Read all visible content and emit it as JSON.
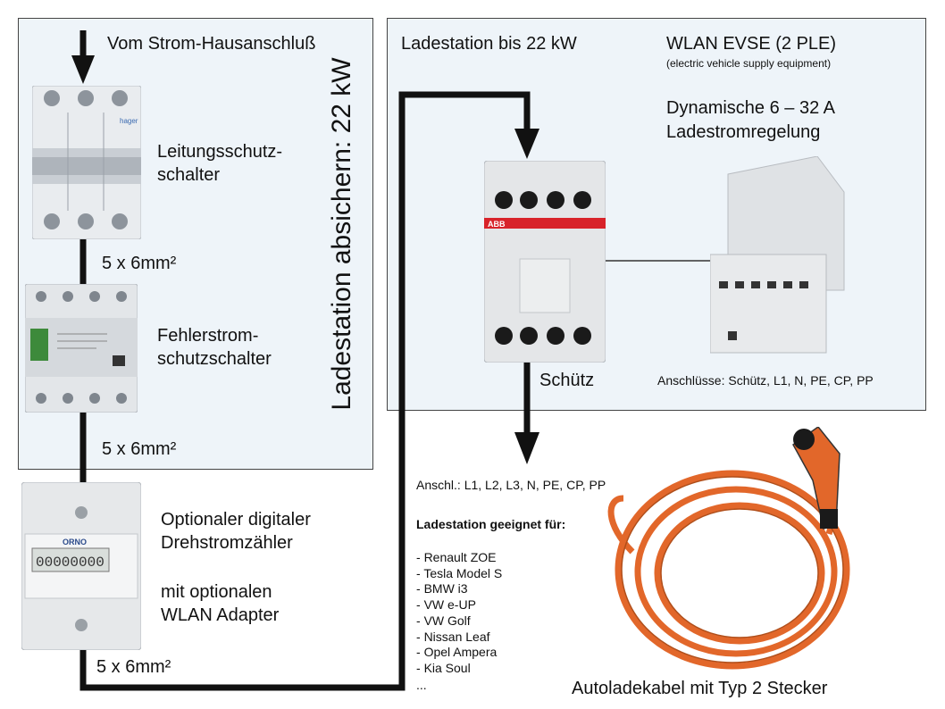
{
  "panels": {
    "left_title": "Vom Strom-Hausanschluß",
    "right_title": "Ladestation bis 22 kW",
    "evse_title": "WLAN EVSE (2 PLE)",
    "evse_sub": "(electric vehicle supply equipment)",
    "evse_feature_1": "Dynamische 6 – 32 A",
    "evse_feature_2": "Ladestromregelung",
    "vertical_note": "Ladestation absichern: 22 kW"
  },
  "components": {
    "mcb_line1": "Leitungsschutz-",
    "mcb_line2": "schalter",
    "mcb_brand": "hager",
    "rcd_line1": "Fehlerstrom-",
    "rcd_line2": "schutzschalter",
    "meter_line1": "Optionaler digitaler",
    "meter_line2": "Drehstromzähler",
    "meter_line3": "mit optionalen",
    "meter_line4": "WLAN Adapter",
    "meter_brand": "ORNO",
    "meter_display": "00000000",
    "contactor_label": "Schütz",
    "contactor_brand": "ABB",
    "evse_connections": "Anschlüsse: Schütz, L1, N, PE, CP, PP",
    "cable_label": "Autoladekabel mit Typ 2 Stecker"
  },
  "wires": {
    "cable_1": "5 x 6mm²",
    "cable_2": "5 x 6mm²",
    "cable_3": "5 x 6mm²"
  },
  "station": {
    "connections": "Anschl.: L1, L2, L3, N, PE, CP, PP",
    "suitable_heading": "Ladestation geeignet für:",
    "cars": [
      "Renault ZOE",
      "Tesla Model S",
      "BMW i3",
      "VW e-UP",
      "VW Golf",
      "Nissan Leaf",
      "Opel Ampera",
      "Kia Soul"
    ],
    "more": "..."
  },
  "colors": {
    "panel_bg": "#eef4f9",
    "abb_red": "#d8232a",
    "cable_orange": "#e2672a",
    "rcd_green": "#3d8a3b"
  }
}
